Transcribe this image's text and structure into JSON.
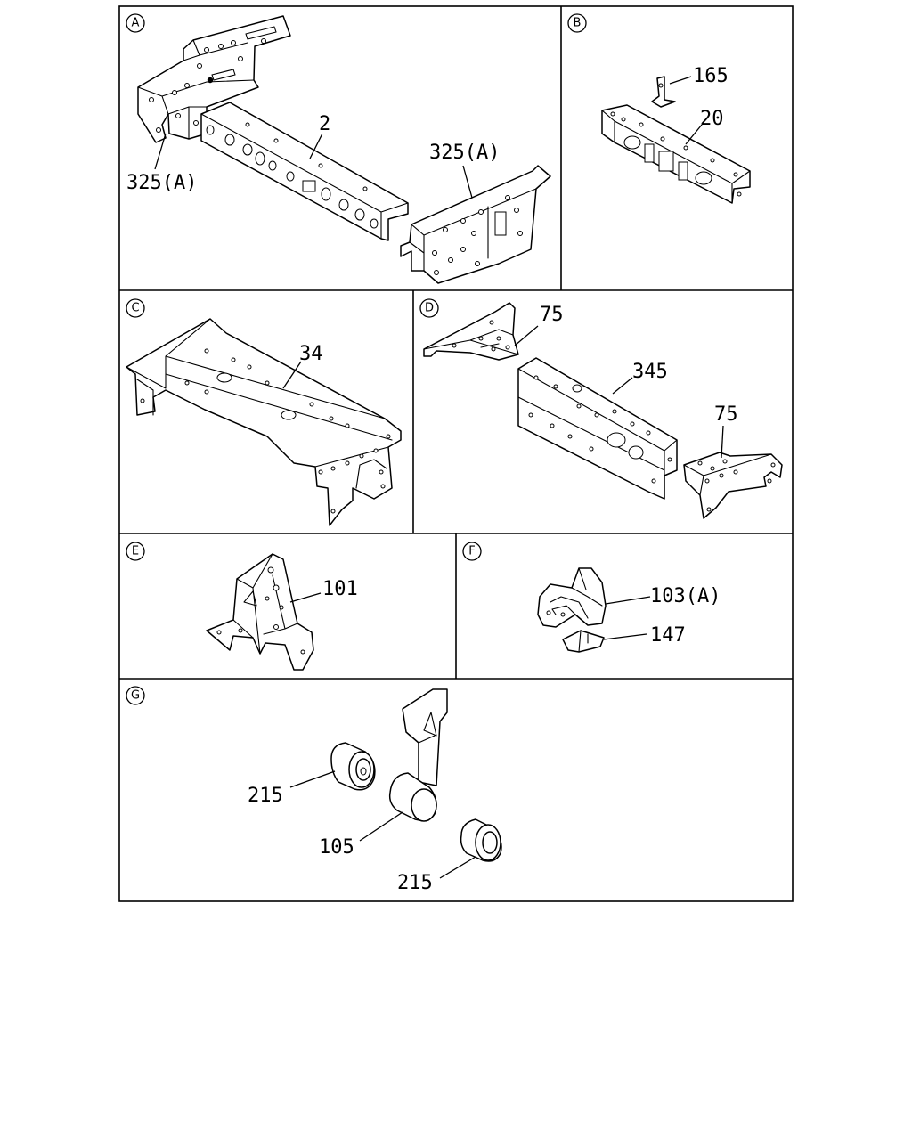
{
  "panels": [
    {
      "id": "A",
      "letter": "A",
      "labels": [
        "2",
        "325(A)",
        "325(A)"
      ]
    },
    {
      "id": "B",
      "letter": "B",
      "labels": [
        "165",
        "20"
      ]
    },
    {
      "id": "C",
      "letter": "C",
      "labels": [
        "34"
      ]
    },
    {
      "id": "D",
      "letter": "D",
      "labels": [
        "75",
        "345",
        "75"
      ]
    },
    {
      "id": "E",
      "letter": "E",
      "labels": [
        "101"
      ]
    },
    {
      "id": "F",
      "letter": "F",
      "labels": [
        "103(A)",
        "147"
      ]
    },
    {
      "id": "G",
      "letter": "G",
      "labels": [
        "215",
        "105",
        "215"
      ]
    }
  ]
}
